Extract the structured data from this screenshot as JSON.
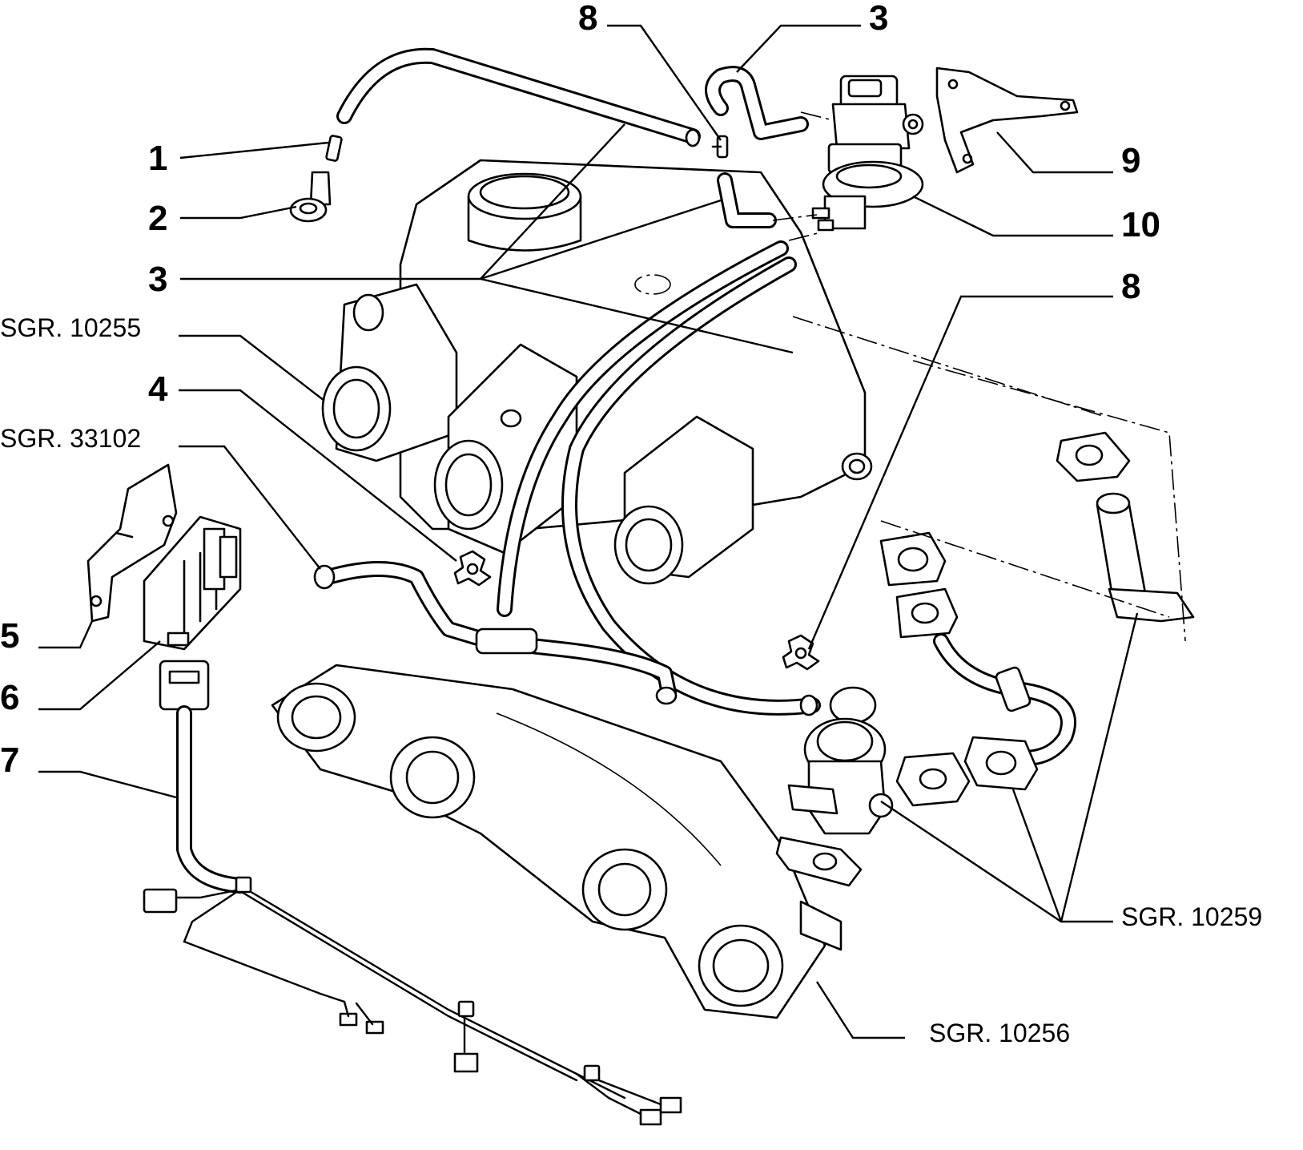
{
  "labels": {
    "n1": "1",
    "n2": "2",
    "n3_left": "3",
    "n3_top": "3",
    "n4": "4",
    "n5": "5",
    "n6": "6",
    "n7": "7",
    "n8_top": "8",
    "n8_right": "8",
    "n9": "9",
    "n10": "10",
    "sgr_10255": "SGR. 10255",
    "sgr_33102": "SGR. 33102",
    "sgr_10259": "SGR. 10259",
    "sgr_10256": "SGR. 10256"
  }
}
